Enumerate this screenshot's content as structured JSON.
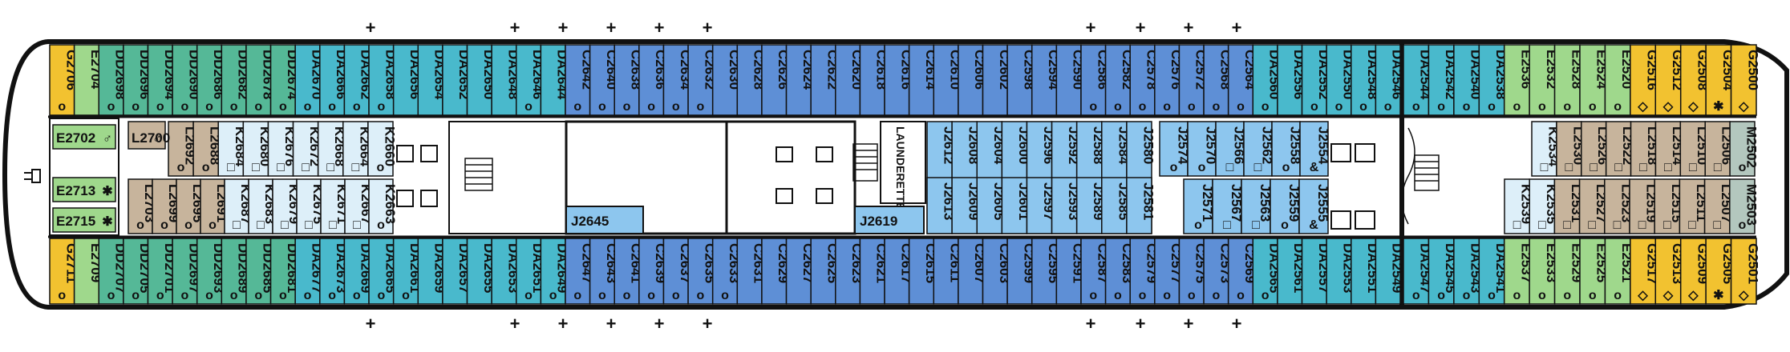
{
  "deck": {
    "laundry_label": "LAUNDERETTE",
    "j2619_label": "J2619",
    "j2645_label": "J2645"
  },
  "colors": {
    "G": "#F2C230",
    "E": "#9FD88C",
    "DD": "#55B897",
    "DA": "#49B9CC",
    "C": "#5E8FD6",
    "J": "#8DC6EE",
    "K": "#DDEFF9",
    "L": "#C7B49C",
    "M": "#B3C7BE",
    "wall": "#111111"
  },
  "top_row": [
    {
      "id": "G2706",
      "m": "o"
    },
    {
      "id": "E2704",
      "m": ""
    },
    {
      "id": "DD2698",
      "m": "o"
    },
    {
      "id": "DD2696",
      "m": "o"
    },
    {
      "id": "DD2694",
      "m": "o"
    },
    {
      "id": "DD2690",
      "m": "o"
    },
    {
      "id": "DD2686",
      "m": "o"
    },
    {
      "id": "DD2682",
      "m": "o"
    },
    {
      "id": "DD2678",
      "m": "o"
    },
    {
      "id": "DD2674",
      "m": "o"
    },
    {
      "id": "DA2670",
      "m": "o"
    },
    {
      "id": "DA2666",
      "m": "o"
    },
    {
      "id": "DA2662",
      "m": "o"
    },
    {
      "id": "DA2658",
      "m": "o"
    },
    {
      "id": "DA2656",
      "m": ""
    },
    {
      "id": "DA2654",
      "m": ""
    },
    {
      "id": "DA2652",
      "m": ""
    },
    {
      "id": "DA2650",
      "m": ""
    },
    {
      "id": "DA2648",
      "m": ""
    },
    {
      "id": "DA2646",
      "m": "o"
    },
    {
      "id": "DA2644",
      "m": ""
    },
    {
      "id": "C2642",
      "m": "o"
    },
    {
      "id": "C2640",
      "m": "o"
    },
    {
      "id": "C2638",
      "m": "o"
    },
    {
      "id": "C2636",
      "m": "o"
    },
    {
      "id": "C2634",
      "m": "o"
    },
    {
      "id": "C2632",
      "m": "o"
    },
    {
      "id": "C2630",
      "m": ""
    },
    {
      "id": "C2628",
      "m": ""
    },
    {
      "id": "C2626",
      "m": ""
    },
    {
      "id": "C2624",
      "m": ""
    },
    {
      "id": "C2622",
      "m": ""
    },
    {
      "id": "C2620",
      "m": ""
    },
    {
      "id": "C2618",
      "m": ""
    },
    {
      "id": "C2616",
      "m": ""
    },
    {
      "id": "C2614",
      "m": ""
    },
    {
      "id": "C2610",
      "m": ""
    },
    {
      "id": "C2606",
      "m": ""
    },
    {
      "id": "C2602",
      "m": ""
    },
    {
      "id": "C2598",
      "m": ""
    },
    {
      "id": "C2594",
      "m": ""
    },
    {
      "id": "C2590",
      "m": ""
    },
    {
      "id": "C2586",
      "m": "o"
    },
    {
      "id": "C2582",
      "m": "o"
    },
    {
      "id": "C2578",
      "m": "o"
    },
    {
      "id": "C2576",
      "m": "o"
    },
    {
      "id": "C2572",
      "m": "o"
    },
    {
      "id": "C2568",
      "m": "o"
    },
    {
      "id": "C2564",
      "m": "o"
    },
    {
      "id": "DA2560",
      "m": "o"
    },
    {
      "id": "DA2556",
      "m": ""
    },
    {
      "id": "DA2552",
      "m": "o"
    },
    {
      "id": "DA2550",
      "m": "o"
    },
    {
      "id": "DA2548",
      "m": "o"
    },
    {
      "id": "DA2546",
      "m": "o"
    },
    {
      "id": "DA2544",
      "m": "o"
    },
    {
      "id": "DA2542",
      "m": "o"
    },
    {
      "id": "DA2540",
      "m": "o"
    },
    {
      "id": "DA2538",
      "m": "o"
    },
    {
      "id": "E2536",
      "m": "o"
    },
    {
      "id": "E2532",
      "m": "o"
    },
    {
      "id": "E2528",
      "m": "o"
    },
    {
      "id": "E2524",
      "m": "o"
    },
    {
      "id": "E2520",
      "m": "o"
    },
    {
      "id": "G2516",
      "m": "◇"
    },
    {
      "id": "G2512",
      "m": "◇"
    },
    {
      "id": "G2508",
      "m": "◇"
    },
    {
      "id": "G2504",
      "m": "✱"
    },
    {
      "id": "G2500",
      "m": "◇"
    }
  ],
  "bottom_row": [
    {
      "id": "G2711",
      "m": "o"
    },
    {
      "id": "E2709",
      "m": ""
    },
    {
      "id": "DD2707",
      "m": "o"
    },
    {
      "id": "DD2705",
      "m": "o"
    },
    {
      "id": "DD2701",
      "m": "o"
    },
    {
      "id": "DD2697",
      "m": "o"
    },
    {
      "id": "DD2693",
      "m": "o"
    },
    {
      "id": "DD2689",
      "m": "o"
    },
    {
      "id": "DD2685",
      "m": "o"
    },
    {
      "id": "DD2681",
      "m": "o"
    },
    {
      "id": "DA2677",
      "m": "o"
    },
    {
      "id": "DA2673",
      "m": "o"
    },
    {
      "id": "DA2669",
      "m": "o"
    },
    {
      "id": "DA2665",
      "m": "o"
    },
    {
      "id": "DA2661",
      "m": "o"
    },
    {
      "id": "DA2659",
      "m": ""
    },
    {
      "id": "DA2657",
      "m": ""
    },
    {
      "id": "DA2655",
      "m": ""
    },
    {
      "id": "DA2653",
      "m": ""
    },
    {
      "id": "DA2651",
      "m": "o"
    },
    {
      "id": "DA2649",
      "m": "o"
    },
    {
      "id": "C2647",
      "m": "o"
    },
    {
      "id": "C2643",
      "m": "o"
    },
    {
      "id": "C2641",
      "m": "o"
    },
    {
      "id": "C2639",
      "m": "o"
    },
    {
      "id": "C2637",
      "m": "o"
    },
    {
      "id": "C2635",
      "m": "o"
    },
    {
      "id": "C2633",
      "m": "o"
    },
    {
      "id": "C2631",
      "m": ""
    },
    {
      "id": "C2629",
      "m": ""
    },
    {
      "id": "C2627",
      "m": ""
    },
    {
      "id": "C2625",
      "m": ""
    },
    {
      "id": "C2623",
      "m": ""
    },
    {
      "id": "C2621",
      "m": ""
    },
    {
      "id": "C2617",
      "m": ""
    },
    {
      "id": "C2615",
      "m": ""
    },
    {
      "id": "C2611",
      "m": ""
    },
    {
      "id": "C2607",
      "m": ""
    },
    {
      "id": "C2603",
      "m": ""
    },
    {
      "id": "C2599",
      "m": ""
    },
    {
      "id": "C2595",
      "m": ""
    },
    {
      "id": "C2591",
      "m": ""
    },
    {
      "id": "C2587",
      "m": "o"
    },
    {
      "id": "C2583",
      "m": "o"
    },
    {
      "id": "C2579",
      "m": "o"
    },
    {
      "id": "C2577",
      "m": "o"
    },
    {
      "id": "C2575",
      "m": "o"
    },
    {
      "id": "C2573",
      "m": "o"
    },
    {
      "id": "C2569",
      "m": "o"
    },
    {
      "id": "DA2565",
      "m": "o"
    },
    {
      "id": "DA2561",
      "m": ""
    },
    {
      "id": "DA2557",
      "m": ""
    },
    {
      "id": "DA2553",
      "m": ""
    },
    {
      "id": "DA2551",
      "m": ""
    },
    {
      "id": "DA2549",
      "m": ""
    },
    {
      "id": "DA2547",
      "m": "o"
    },
    {
      "id": "DA2545",
      "m": "o"
    },
    {
      "id": "DA2543",
      "m": "o"
    },
    {
      "id": "DA2541",
      "m": "o"
    },
    {
      "id": "E2537",
      "m": "o"
    },
    {
      "id": "E2533",
      "m": "o"
    },
    {
      "id": "E2529",
      "m": "o"
    },
    {
      "id": "E2525",
      "m": "o"
    },
    {
      "id": "E2521",
      "m": "o"
    },
    {
      "id": "G2517",
      "m": "◇"
    },
    {
      "id": "G2513",
      "m": "◇"
    },
    {
      "id": "G2509",
      "m": "◇"
    },
    {
      "id": "G2505",
      "m": "✱"
    },
    {
      "id": "G2501",
      "m": "◇"
    }
  ],
  "inner_upper": [
    {
      "id": "L2692",
      "m": "o"
    },
    {
      "id": "L2688",
      "m": "o"
    },
    {
      "id": "K2684",
      "m": "□"
    },
    {
      "id": "K2680",
      "m": "□"
    },
    {
      "id": "K2676",
      "m": "□"
    },
    {
      "id": "K2672",
      "m": "□"
    },
    {
      "id": "K2668",
      "m": "□"
    },
    {
      "id": "K2664",
      "m": "□"
    },
    {
      "id": "K2660",
      "m": "o"
    },
    {
      "id": "J2612",
      "m": ""
    },
    {
      "id": "J2608",
      "m": ""
    },
    {
      "id": "J2604",
      "m": ""
    },
    {
      "id": "J2600",
      "m": ""
    },
    {
      "id": "J2596",
      "m": ""
    },
    {
      "id": "J2592",
      "m": ""
    },
    {
      "id": "J2588",
      "m": ""
    },
    {
      "id": "J2584",
      "m": ""
    },
    {
      "id": "J2580",
      "m": ""
    },
    {
      "id": "J2574",
      "m": "o"
    },
    {
      "id": "J2570",
      "m": "o"
    },
    {
      "id": "J2566",
      "m": "□"
    },
    {
      "id": "J2562",
      "m": "□"
    },
    {
      "id": "J2558",
      "m": "o"
    },
    {
      "id": "J2554",
      "m": "&"
    },
    {
      "id": "K2534",
      "m": "□"
    },
    {
      "id": "L2530",
      "m": "□"
    },
    {
      "id": "L2526",
      "m": "□"
    },
    {
      "id": "L2522",
      "m": "□"
    },
    {
      "id": "L2518",
      "m": "□"
    },
    {
      "id": "L2514",
      "m": "□"
    },
    {
      "id": "L2510",
      "m": "□"
    },
    {
      "id": "L2506",
      "m": "□"
    },
    {
      "id": "M2502",
      "m": "o"
    }
  ],
  "inner_lower": [
    {
      "id": "L2703",
      "m": "o"
    },
    {
      "id": "L2699",
      "m": "o"
    },
    {
      "id": "L2695",
      "m": "o"
    },
    {
      "id": "L2691",
      "m": "o"
    },
    {
      "id": "K2687",
      "m": "□"
    },
    {
      "id": "K2683",
      "m": "□"
    },
    {
      "id": "K2679",
      "m": "□"
    },
    {
      "id": "K2675",
      "m": "□"
    },
    {
      "id": "K2671",
      "m": "□"
    },
    {
      "id": "K2667",
      "m": "□"
    },
    {
      "id": "K2663",
      "m": "o"
    },
    {
      "id": "J2613",
      "m": ""
    },
    {
      "id": "J2609",
      "m": ""
    },
    {
      "id": "J2605",
      "m": ""
    },
    {
      "id": "J2601",
      "m": ""
    },
    {
      "id": "J2597",
      "m": ""
    },
    {
      "id": "J2593",
      "m": ""
    },
    {
      "id": "J2589",
      "m": ""
    },
    {
      "id": "J2585",
      "m": ""
    },
    {
      "id": "J2581",
      "m": ""
    },
    {
      "id": "J2571",
      "m": "o"
    },
    {
      "id": "J2567",
      "m": "□"
    },
    {
      "id": "J2563",
      "m": "□"
    },
    {
      "id": "J2559",
      "m": "o"
    },
    {
      "id": "J2555",
      "m": "&"
    },
    {
      "id": "K2539",
      "m": "□"
    },
    {
      "id": "K2535",
      "m": "□"
    },
    {
      "id": "L2531",
      "m": "□"
    },
    {
      "id": "L2527",
      "m": "□"
    },
    {
      "id": "L2523",
      "m": "□"
    },
    {
      "id": "L2519",
      "m": "□"
    },
    {
      "id": "L2515",
      "m": "□"
    },
    {
      "id": "L2511",
      "m": "□"
    },
    {
      "id": "L2507",
      "m": "□"
    },
    {
      "id": "M2503",
      "m": "o"
    }
  ],
  "aft_cabins": [
    {
      "id": "E2702",
      "m": "♂"
    },
    {
      "id": "E2713",
      "m": "✱"
    },
    {
      "id": "E2715",
      "m": "✱"
    },
    {
      "id": "L2700",
      "m": "♂"
    }
  ],
  "plus_marks": "+"
}
